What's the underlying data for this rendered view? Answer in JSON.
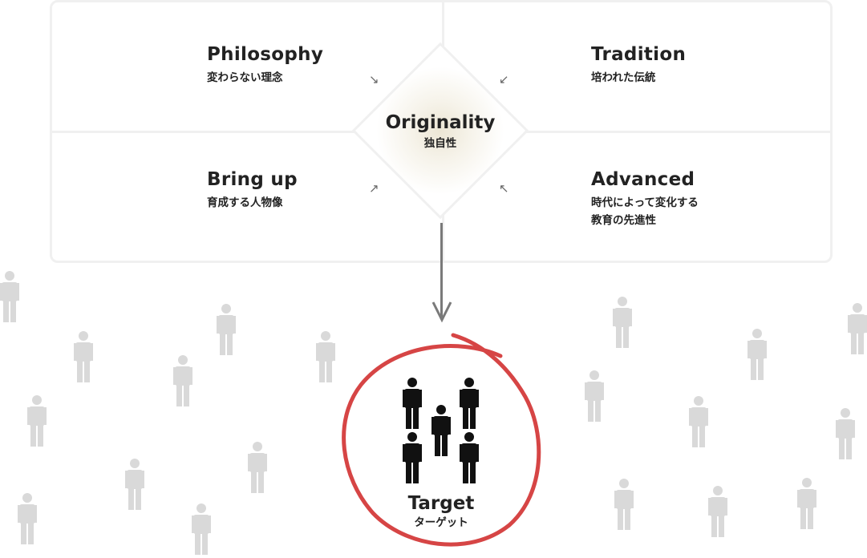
{
  "quadrants": {
    "philosophy": {
      "title": "Philosophy",
      "subtitle": "変わらない理念"
    },
    "tradition": {
      "title": "Tradition",
      "subtitle": "培われた伝統"
    },
    "bringup": {
      "title": "Bring up",
      "subtitle": "育成する人物像"
    },
    "advanced": {
      "title": "Advanced",
      "subtitle_line1": "時代によって変化する",
      "subtitle_line2": "教育の先進性"
    }
  },
  "center": {
    "title": "Originality",
    "subtitle": "独自性"
  },
  "target": {
    "title": "Target",
    "subtitle": "ターゲット"
  },
  "arrows": {
    "top_left": "↘",
    "top_right": "↙",
    "bottom_left": "↗",
    "bottom_right": "↖"
  },
  "colors": {
    "border": "#f0f0f0",
    "text": "#222222",
    "crowd": "#d9d9d9",
    "target_people": "#111111",
    "circle": "#d64545",
    "connector": "#7a7a7a"
  },
  "icons": {
    "crowd": "person-icon",
    "target": "person-icon"
  }
}
